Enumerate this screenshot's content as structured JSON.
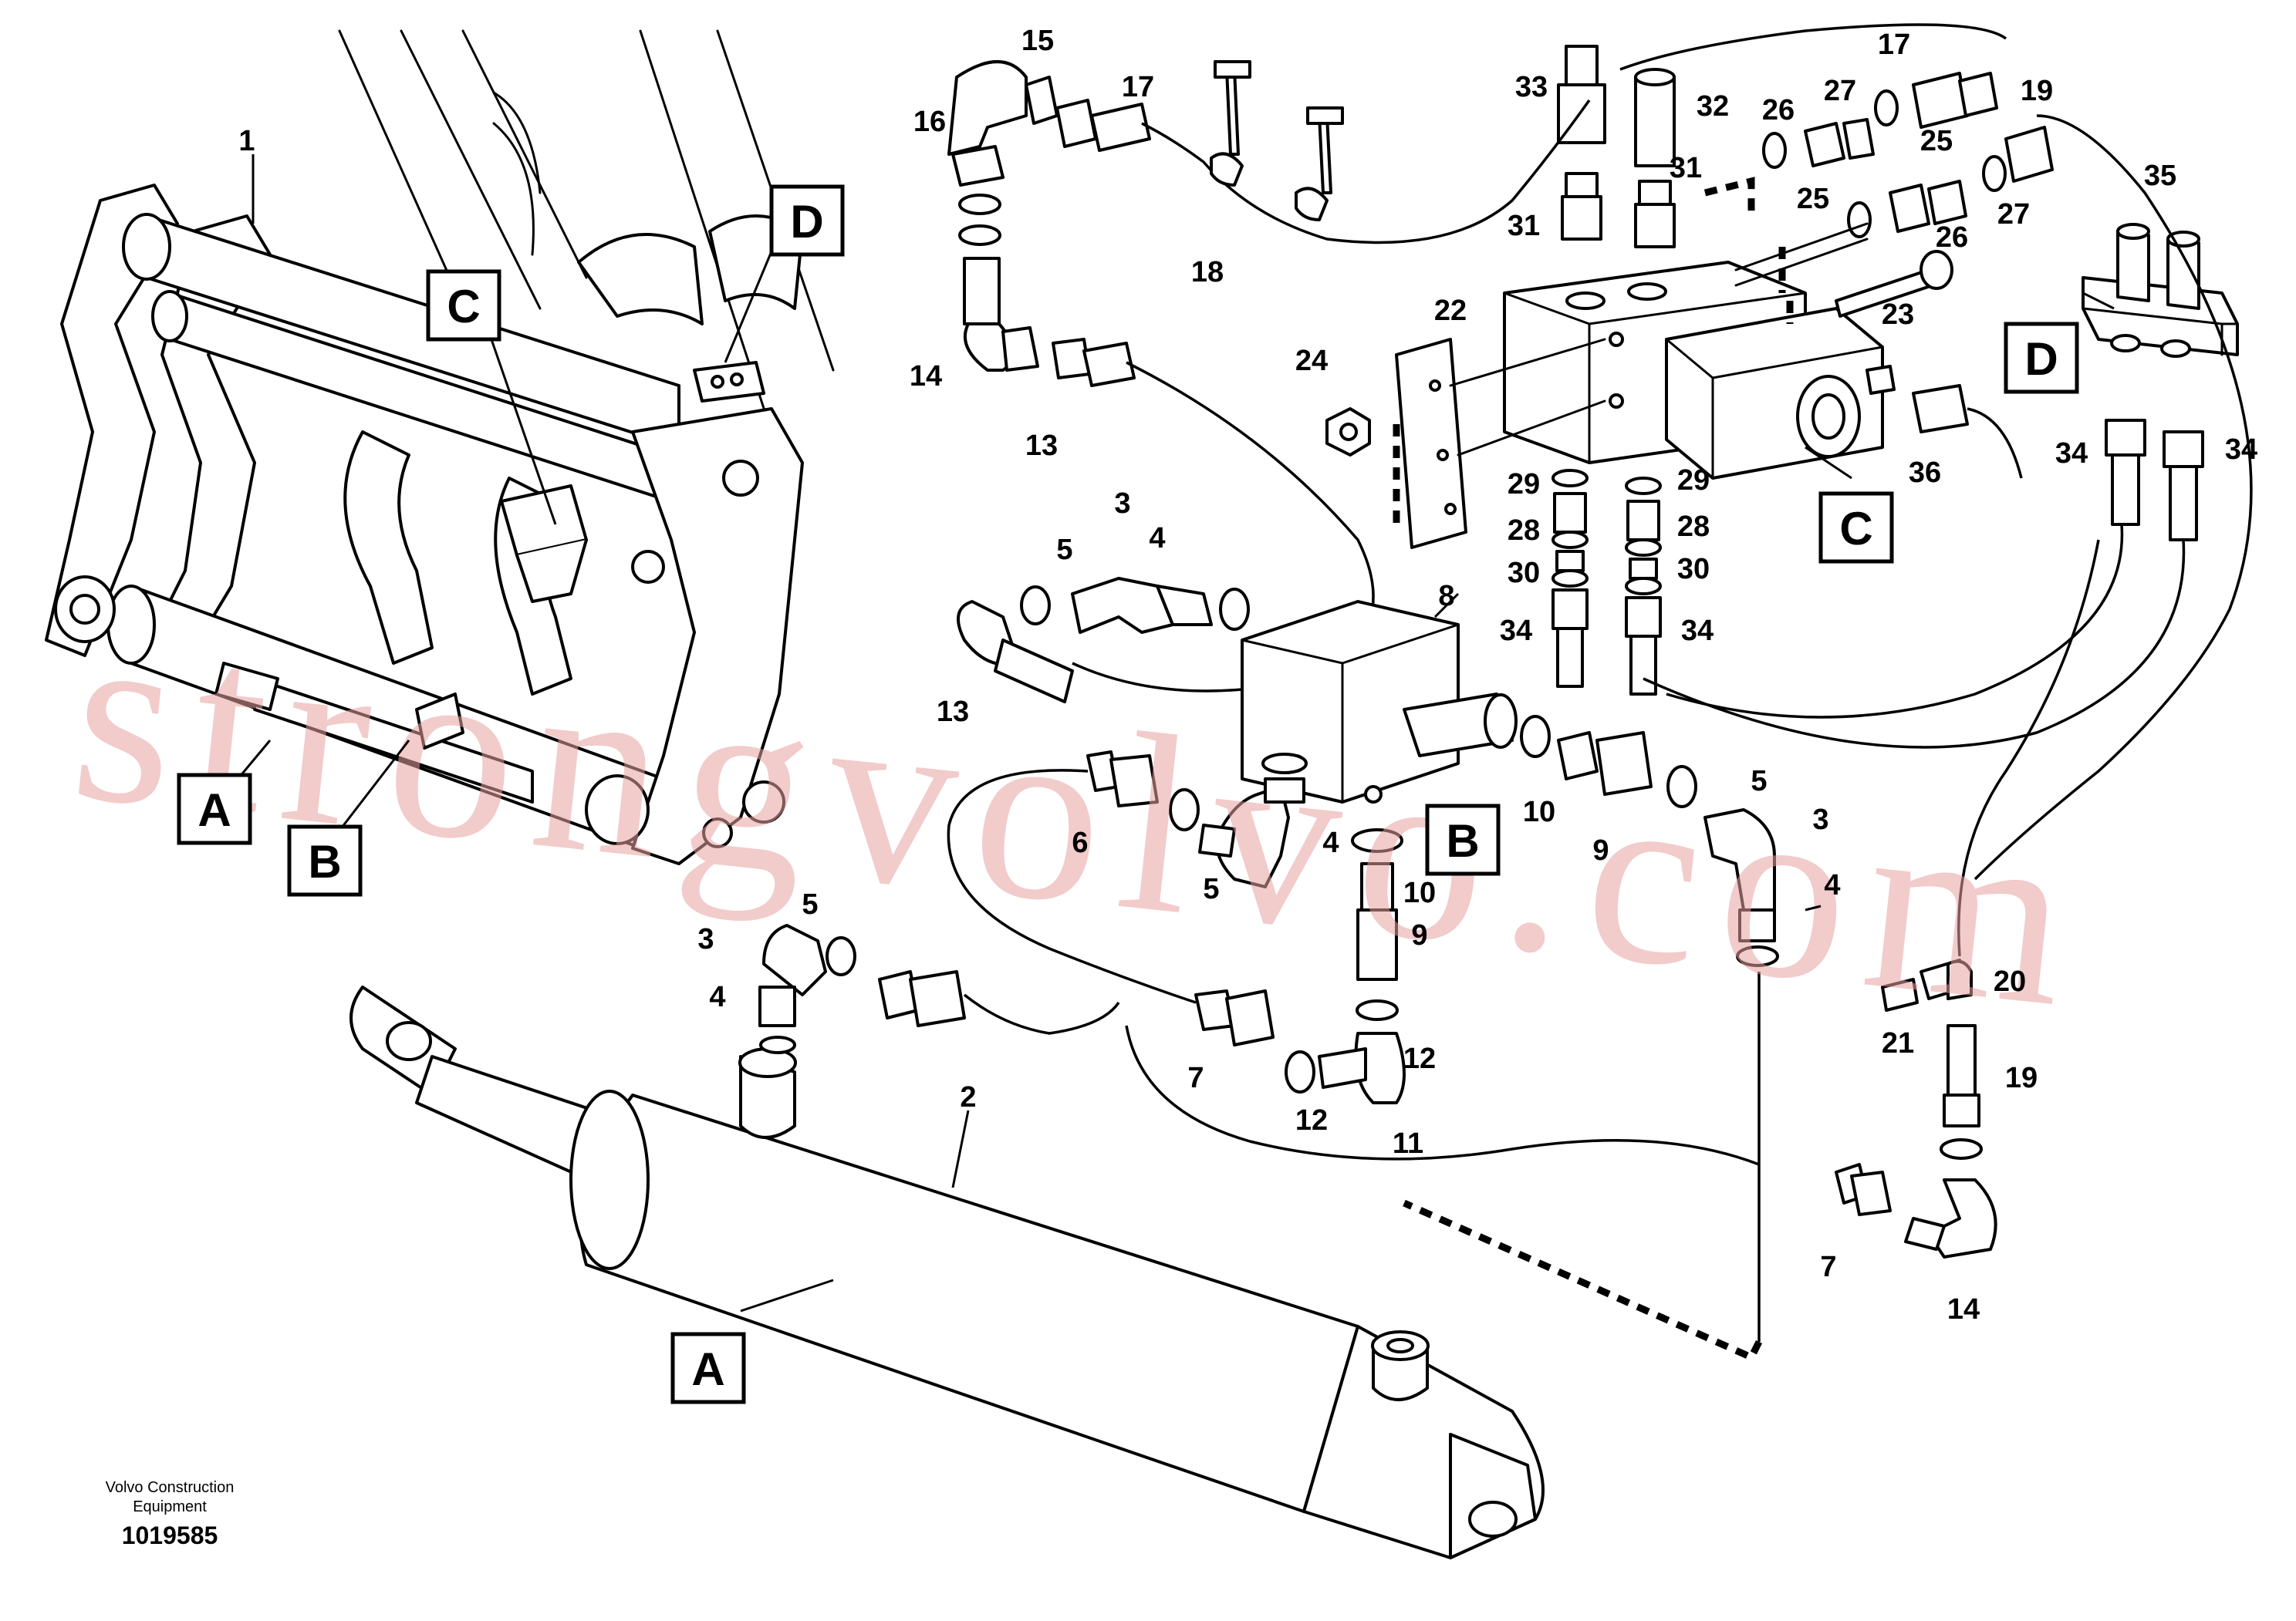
{
  "watermark": "strongvolvo.com",
  "footer": {
    "company_line1": "Volvo Construction",
    "company_line2": "Equipment",
    "drawing_number": "1019585"
  },
  "detail_boxes": {
    "A": "A",
    "B": "B",
    "C": "C",
    "D": "D"
  },
  "callouts": {
    "n1": "1",
    "n2": "2",
    "n3a": "3",
    "n3b": "3",
    "n3c": "3",
    "n4a": "4",
    "n4b": "4",
    "n4c": "4",
    "n4d": "4",
    "n5a": "5",
    "n5b": "5",
    "n5c": "5",
    "n5d": "5",
    "n6": "6",
    "n7a": "7",
    "n7b": "7",
    "n8": "8",
    "n9a": "9",
    "n9b": "9",
    "n10a": "10",
    "n10b": "10",
    "n11": "11",
    "n12a": "12",
    "n12b": "12",
    "n13a": "13",
    "n13b": "13",
    "n14a": "14",
    "n14b": "14",
    "n15": "15",
    "n16": "16",
    "n17a": "17",
    "n17b": "17",
    "n18": "18",
    "n19a": "19",
    "n19b": "19",
    "n20": "20",
    "n21": "21",
    "n22": "22",
    "n23": "23",
    "n24": "24",
    "n25a": "25",
    "n25b": "25",
    "n26a": "26",
    "n26b": "26",
    "n27a": "27",
    "n27b": "27",
    "n28a": "28",
    "n28b": "28",
    "n29a": "29",
    "n29b": "29",
    "n30a": "30",
    "n30b": "30",
    "n31a": "31",
    "n31b": "31",
    "n32": "32",
    "n33": "33",
    "n34a": "34",
    "n34b": "34",
    "n34c": "34",
    "n34d": "34",
    "n35": "35",
    "n36": "36"
  }
}
